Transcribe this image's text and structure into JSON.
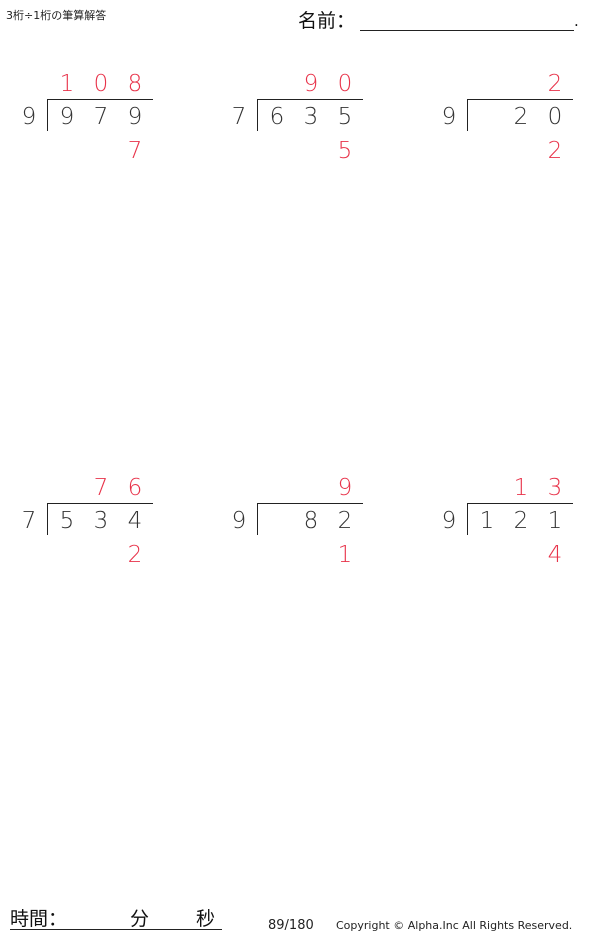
{
  "header": {
    "title": "3桁÷1桁の筆算解答",
    "name_label": "名前：",
    "name_period": "."
  },
  "problems": [
    {
      "divisor": "9",
      "dividend": [
        "9",
        "7",
        "9"
      ],
      "quotient": [
        "1",
        "0",
        "8"
      ],
      "remainder": [
        "",
        "",
        "7"
      ]
    },
    {
      "divisor": "7",
      "dividend": [
        "6",
        "3",
        "5"
      ],
      "quotient": [
        "",
        "9",
        "0"
      ],
      "remainder": [
        "",
        "",
        "5"
      ]
    },
    {
      "divisor": "9",
      "dividend": [
        "",
        "2",
        "0"
      ],
      "quotient": [
        "",
        "",
        "2"
      ],
      "remainder": [
        "",
        "",
        "2"
      ]
    },
    {
      "divisor": "7",
      "dividend": [
        "5",
        "3",
        "4"
      ],
      "quotient": [
        "",
        "7",
        "6"
      ],
      "remainder": [
        "",
        "",
        "2"
      ]
    },
    {
      "divisor": "9",
      "dividend": [
        "",
        "8",
        "2"
      ],
      "quotient": [
        "",
        "",
        "9"
      ],
      "remainder": [
        "",
        "",
        "1"
      ]
    },
    {
      "divisor": "9",
      "dividend": [
        "1",
        "2",
        "1"
      ],
      "quotient": [
        "",
        "1",
        "3"
      ],
      "remainder": [
        "",
        "",
        "4"
      ]
    }
  ],
  "footer": {
    "time_label": "時間：",
    "minutes_label": "分",
    "seconds_label": "秒",
    "page_number": "89/180",
    "copyright": "Copyright © Alpha.Inc All Rights Reserved."
  }
}
